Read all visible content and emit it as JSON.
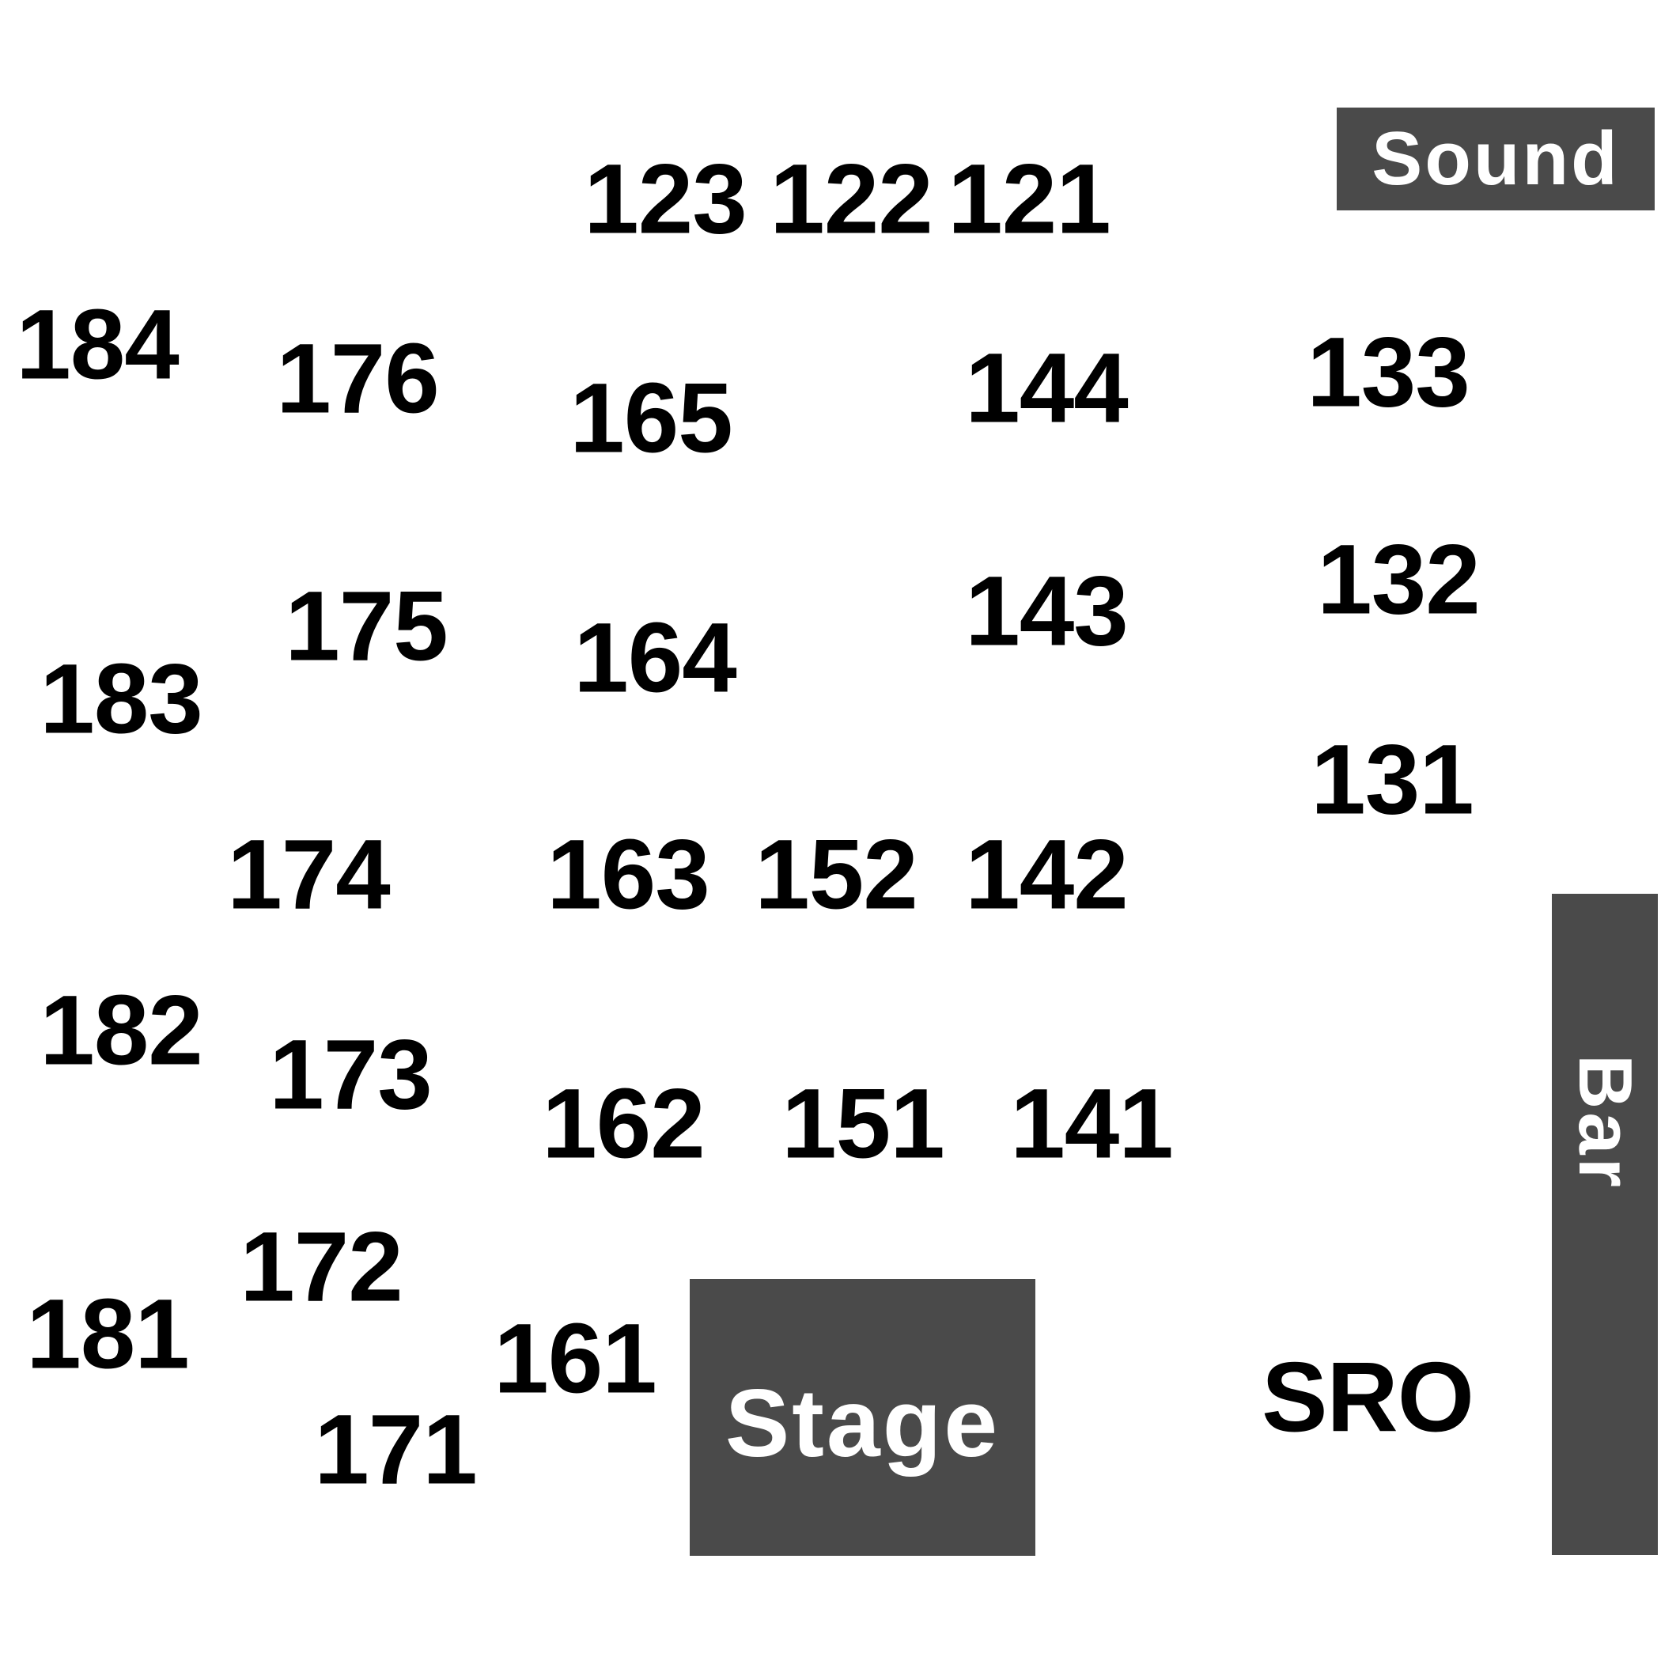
{
  "map": {
    "background": "#ffffff",
    "block_color": "#4a4a4a",
    "text_color": "#000000"
  },
  "blocks": {
    "sound": "Sound",
    "stage": "Stage",
    "bar": "Bar"
  },
  "sections": {
    "s123": "123",
    "s122": "122",
    "s121": "121",
    "s184": "184",
    "s176": "176",
    "s165": "165",
    "s144": "144",
    "s133": "133",
    "s132": "132",
    "s175": "175",
    "s143": "143",
    "s164": "164",
    "s183": "183",
    "s131": "131",
    "s174": "174",
    "s163": "163",
    "s152": "152",
    "s142": "142",
    "s182": "182",
    "s173": "173",
    "s162": "162",
    "s151": "151",
    "s141": "141",
    "s172": "172",
    "s181": "181",
    "s161": "161",
    "s171": "171",
    "sro": "SRO"
  }
}
